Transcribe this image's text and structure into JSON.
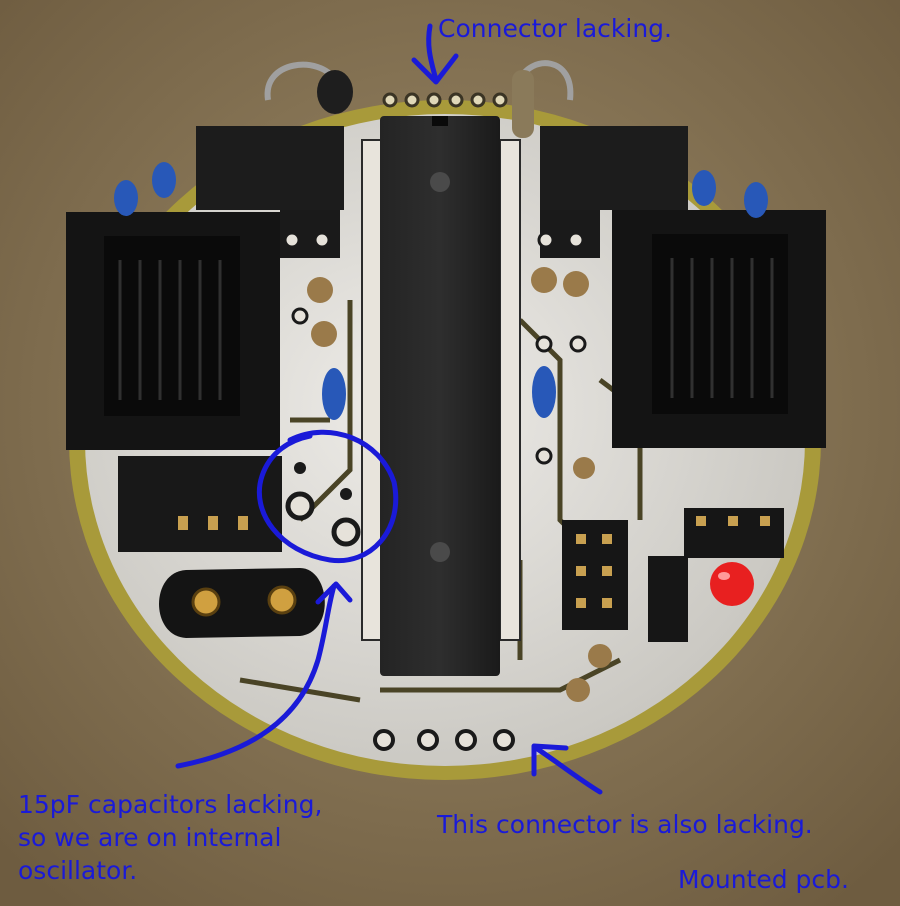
{
  "photo": {
    "annotations": {
      "top_note": "Connector lacking.",
      "left_note": [
        "15pF capacitors lacking,",
        "so we are on internal",
        "oscillator."
      ],
      "bottom_note": "This connector is also lacking.",
      "caption": "Mounted pcb."
    },
    "colors": {
      "annotation_ink": "#1a1ad8",
      "background": "#8a7858",
      "board_silver": "#dedcd6",
      "board_gold": "#a89a3a",
      "connector_black": "#141414",
      "capacitor_blue": "#2858b8",
      "led_red": "#e82020"
    }
  }
}
